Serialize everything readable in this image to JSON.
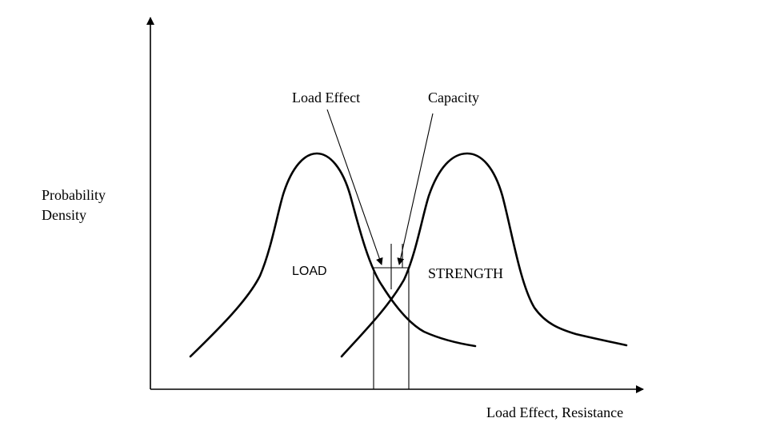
{
  "diagram": {
    "y_axis_label": [
      "Probability",
      "Density"
    ],
    "x_axis_label": "Load Effect, Resistance",
    "load_curve_label": "LOAD",
    "strength_curve_label": "STRENGTH",
    "load_effect_pointer_label": "Load Effect",
    "capacity_pointer_label": "Capacity"
  }
}
